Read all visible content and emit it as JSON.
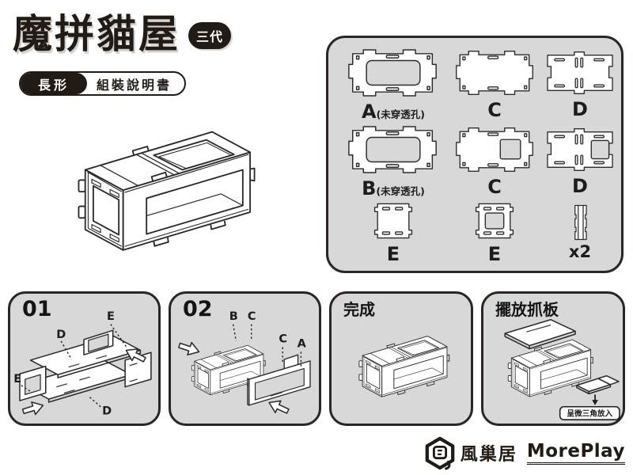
{
  "colors": {
    "panel_bg": "#d8d8d8",
    "ink": "#221a14",
    "line": "#2b2b2b",
    "hole_fill": "#d8d8d8"
  },
  "header": {
    "title": "魔拼貓屋",
    "generation_badge": "三代",
    "shape_tag": "長形",
    "manual_tag": "組裝說明書"
  },
  "parts_panel": {
    "row1": [
      {
        "letter": "A",
        "note": "(未穿透孔)"
      },
      {
        "letter": "C",
        "note": ""
      },
      {
        "letter": "D",
        "note": ""
      }
    ],
    "row2": [
      {
        "letter": "B",
        "note": "(未穿透孔)"
      },
      {
        "letter": "C",
        "note": ""
      },
      {
        "letter": "D",
        "note": ""
      }
    ],
    "row3": [
      {
        "letter": "E",
        "note": ""
      },
      {
        "letter": "E",
        "note": ""
      },
      {
        "letter": "x2",
        "note": ""
      }
    ]
  },
  "steps": {
    "s1": {
      "num": "01",
      "e_top": "E",
      "d_top": "D",
      "e_left": "E",
      "d_bottom": "D"
    },
    "s2": {
      "num": "02",
      "b_top": "B",
      "c_top": "C",
      "c_right": "C",
      "a_right": "A"
    },
    "s3": {
      "title": "完成"
    },
    "s4": {
      "title": "擺放抓板",
      "note": "呈微三角放入"
    }
  },
  "footer": {
    "brand_house": "風巢居",
    "brand_play": "MorePlay"
  }
}
